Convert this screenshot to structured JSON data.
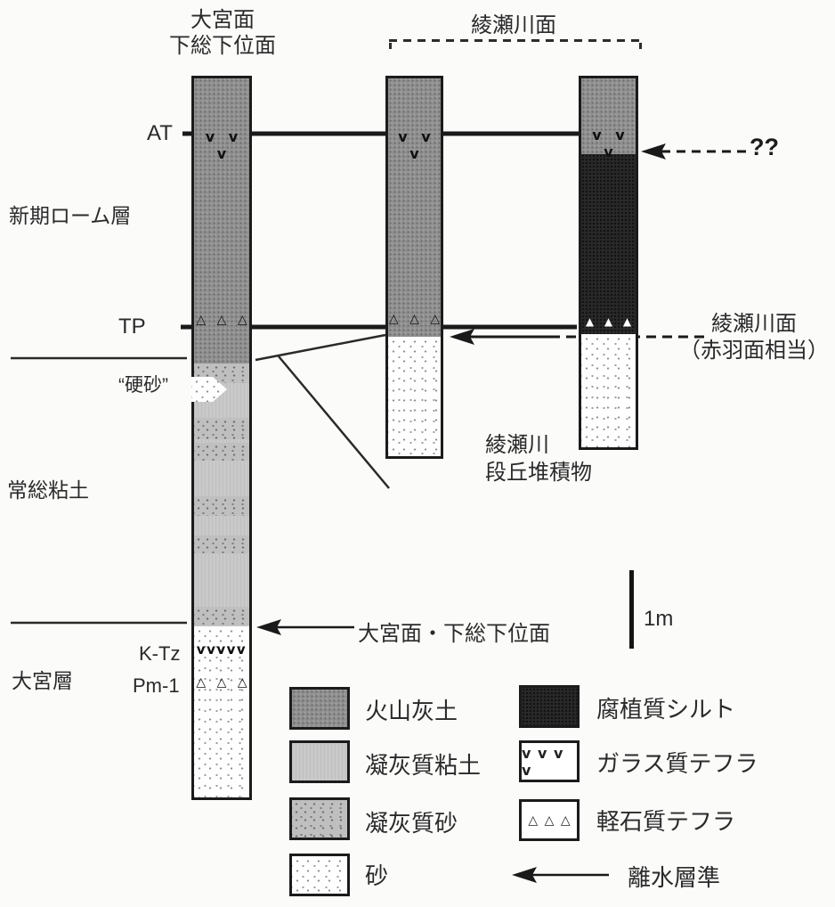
{
  "headers": {
    "left_column": [
      "大宮面",
      "下総下位面"
    ],
    "ayase_surface": "綾瀬川面"
  },
  "left_labels": {
    "at": "AT",
    "tp": "TP",
    "shinki_loam": "新期ローム層",
    "joso_clay": "常総粘土",
    "omiya_bed": "大宮層",
    "ktz": "K-Tz",
    "pm1": "Pm-1",
    "kosa": "“硬砂”"
  },
  "annotations": {
    "question_marks": "??",
    "akabane_line1": "綾瀬川面",
    "akabane_line2": "（赤羽面相当）",
    "ayase_deposit_line1": "綾瀬川",
    "ayase_deposit_line2": "段丘堆積物",
    "emergence_omiya": "大宮面・下総下位面",
    "scale_label": "1m"
  },
  "markers": {
    "glass_three": "v v v",
    "glass_five": "vvvvv",
    "pumice_three": "△ △ △",
    "pumice_three_white": "▲ ▲ ▲"
  },
  "legend": {
    "volcanic_ash": "火山灰土",
    "tuff_clay": "凝灰質粘土",
    "tuff_sand": "凝灰質砂",
    "sand": "砂",
    "humic_silt": "腐植質シルト",
    "glass_tephra": "ガラス質テフラ",
    "pumice_tephra": "軽石質テフラ",
    "emergence_level": "離水層準",
    "glass_symbol": "v v v v",
    "pumice_symbol": "△ △ △"
  },
  "colors": {
    "volcanic_ash": "#8f8f8f",
    "tuff_clay": "#c9c9c9",
    "tuff_sand": "#bfbfbf",
    "sand": "#fefefe",
    "humic_silt": "#282828",
    "line": "#1a1a1a"
  },
  "columns": [
    {
      "surface": "大宮面・下総下位面",
      "layers_top_to_bottom": [
        "火山灰土",
        "凝灰質粘土（凝灰質砂を挟む・硬砂）",
        "砂"
      ],
      "tephra": [
        "AT",
        "TP",
        "K-Tz",
        "Pm-1"
      ]
    },
    {
      "surface": "綾瀬川面",
      "layers_top_to_bottom": [
        "火山灰土",
        "砂"
      ],
      "tephra": [
        "AT",
        "TP"
      ]
    },
    {
      "surface": "綾瀬川面（赤羽面相当）",
      "layers_top_to_bottom": [
        "火山灰土",
        "腐植質シルト",
        "砂"
      ],
      "tephra": [
        "AT",
        "TP"
      ]
    }
  ]
}
